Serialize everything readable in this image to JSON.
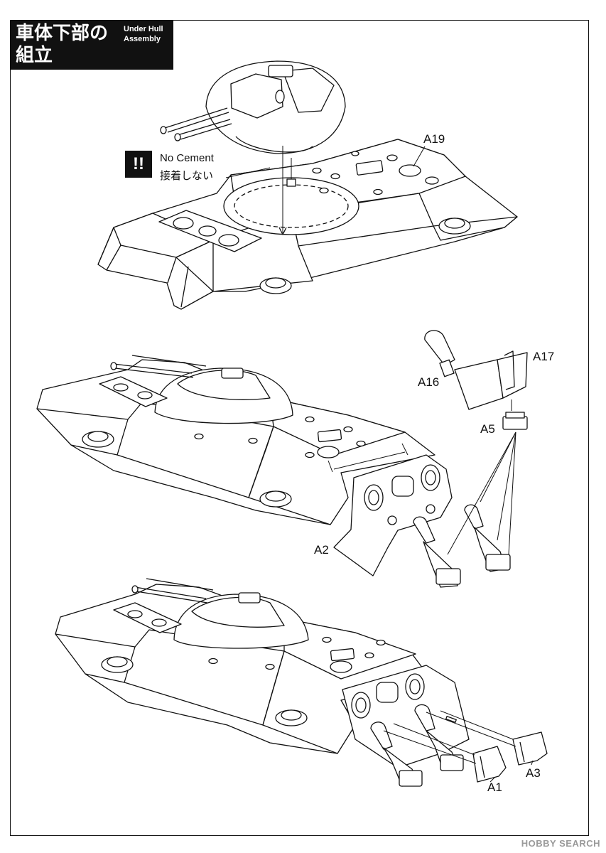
{
  "title": {
    "jp": "車体下部の組立",
    "en_line1": "Under Hull",
    "en_line2": "Assembly"
  },
  "note": {
    "icon": "!!",
    "en": "No Cement",
    "jp": "接着しない"
  },
  "parts": {
    "a19": "A19",
    "a17": "A17",
    "a16": "A16",
    "a5": "A5",
    "a2": "A2",
    "a1": "A1",
    "a3": "A3"
  },
  "watermark": "HOBBY SEARCH",
  "colors": {
    "ink": "#111111",
    "background": "#ffffff",
    "watermark": "#9a9a9a"
  }
}
